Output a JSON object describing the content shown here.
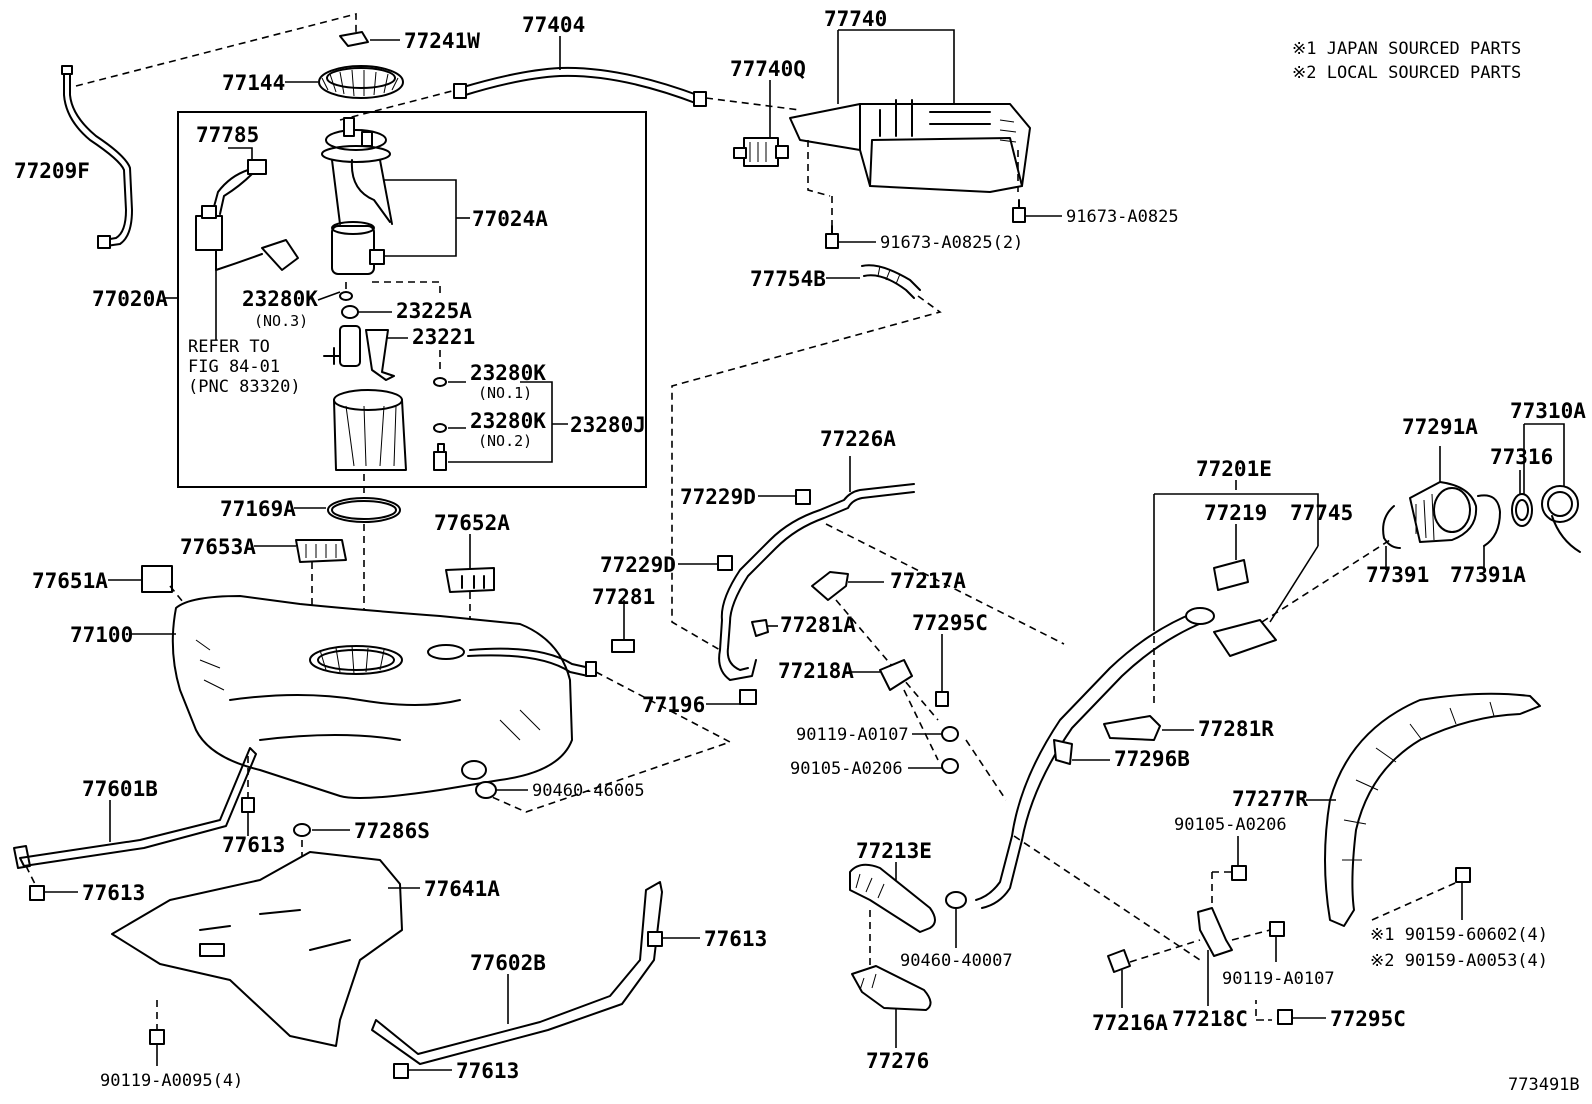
{
  "notes": {
    "note1": "※1 JAPAN SOURCED PARTS",
    "note2": "※2 LOCAL SOURCED PARTS"
  },
  "figure_id": "773491B",
  "labels": {
    "p77241W": "77241W",
    "p77404": "77404",
    "p77740": "77740",
    "p77740Q": "77740Q",
    "p77144": "77144",
    "p77209F": "77209F",
    "p77785": "77785",
    "p77024A": "77024A",
    "p77020A": "77020A",
    "p23280K_a": "23280K",
    "p23280K_a_sub": "(NO.3)",
    "p23225A": "23225A",
    "p23221": "23221",
    "p23280K_b": "23280K",
    "p23280K_b_sub": "(NO.1)",
    "p23280K_c": "23280K",
    "p23280K_c_sub": "(NO.2)",
    "p23280J": "23280J",
    "refer1": "REFER TO",
    "refer2": "FIG 84-01",
    "refer3": "(PNC 83320)",
    "p91673_1": "91673-A0825",
    "p91673_2": "91673-A0825(2)",
    "p77754B": "77754B",
    "p77169A": "77169A",
    "p77652A": "77652A",
    "p77653A": "77653A",
    "p77651A": "77651A",
    "p77100": "77100",
    "p77226A": "77226A",
    "p77229D_a": "77229D",
    "p77229D_b": "77229D",
    "p77281": "77281",
    "p77281A": "77281A",
    "p77217A": "77217A",
    "p77295C_a": "77295C",
    "p77218A": "77218A",
    "p77196": "77196",
    "p90119_A0107_a": "90119-A0107",
    "p90105_A0206_a": "90105-A0206",
    "p90460_46005": "90460-46005",
    "p77201E": "77201E",
    "p77219": "77219",
    "p77745": "77745",
    "p77291A": "77291A",
    "p77310A": "77310A",
    "p77316": "77316",
    "p77391": "77391",
    "p77391A": "77391A",
    "p77281R": "77281R",
    "p77296B": "77296B",
    "p77277R": "77277R",
    "p90105_A0206_b": "90105-A0206",
    "p77601B": "77601B",
    "p77613_a": "77613",
    "p77613_b": "77613",
    "p77286S": "77286S",
    "p77641A": "77641A",
    "p77213E": "77213E",
    "p90460_40007": "90460-40007",
    "p77613_c": "77613",
    "p77602B": "77602B",
    "p77613_d": "77613",
    "p90119_A0095": "90119-A0095(4)",
    "p77276": "77276",
    "p77216A": "77216A",
    "p77218C": "77218C",
    "p90119_A0107_b": "90119-A0107",
    "p77295C_b": "77295C",
    "p90159_1": "※1  90159-60602(4)",
    "p90159_2": "※2  90159-A0053(4)"
  }
}
